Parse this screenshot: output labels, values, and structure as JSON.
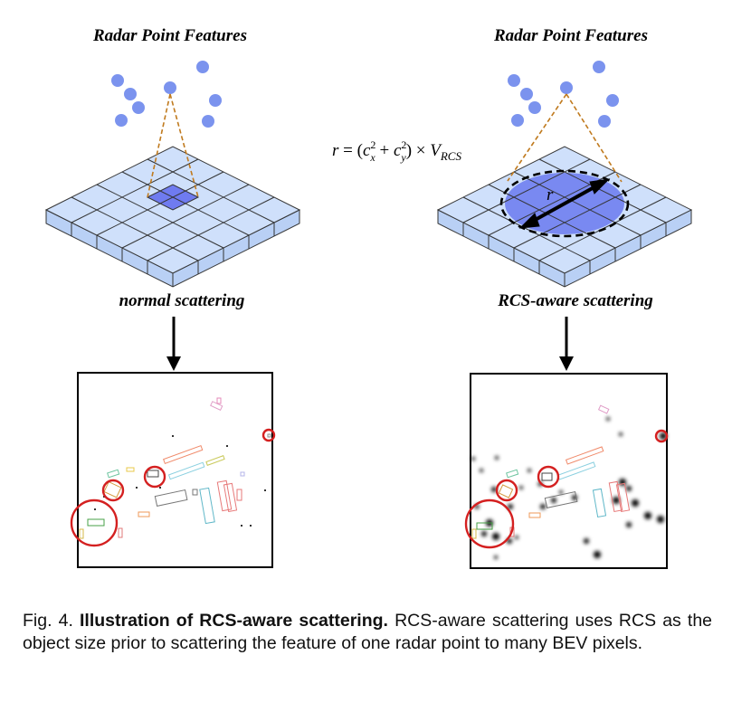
{
  "left_panel": {
    "title": "Radar Point Features",
    "label": "normal scattering"
  },
  "right_panel": {
    "title": "Radar Point Features",
    "label": "RCS-aware scattering",
    "radius_symbol": "r"
  },
  "formula": {
    "lhs": "r",
    "eq": " = (",
    "c": "c",
    "sup2": "2",
    "sub_x": "x",
    "plus": " + ",
    "sub_y": "y",
    "close_times": ") × ",
    "v": "V",
    "sub_rcs": "RCS"
  },
  "caption": {
    "prefix": "Fig. 4. ",
    "bold": "Illustration of RCS-aware scattering.",
    "rest": " RCS-aware scattering uses RCS as the object size prior to scattering the feature of one radar point to many BEV pixels."
  },
  "colors": {
    "point": "#7b93ee",
    "grid_top": "#cfe0fb",
    "grid_side": "#b9d0f5",
    "highlight": "#6f7bf0",
    "circle_fill": "#6f7ff0",
    "dash_line": "#c07a1e",
    "marker": "#d42020"
  }
}
